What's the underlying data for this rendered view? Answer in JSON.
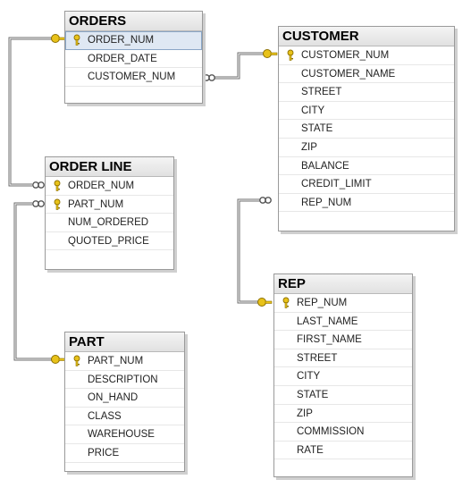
{
  "tables": {
    "orders": {
      "title": "ORDERS",
      "columns": [
        {
          "name": "ORDER_NUM",
          "key": true,
          "selected": true
        },
        {
          "name": "ORDER_DATE",
          "key": false
        },
        {
          "name": "CUSTOMER_NUM",
          "key": false
        }
      ]
    },
    "customer": {
      "title": "CUSTOMER",
      "columns": [
        {
          "name": "CUSTOMER_NUM",
          "key": true
        },
        {
          "name": "CUSTOMER_NAME",
          "key": false
        },
        {
          "name": "STREET",
          "key": false
        },
        {
          "name": "CITY",
          "key": false
        },
        {
          "name": "STATE",
          "key": false
        },
        {
          "name": "ZIP",
          "key": false
        },
        {
          "name": "BALANCE",
          "key": false
        },
        {
          "name": "CREDIT_LIMIT",
          "key": false
        },
        {
          "name": "REP_NUM",
          "key": false
        }
      ]
    },
    "order_line": {
      "title": "ORDER LINE",
      "columns": [
        {
          "name": "ORDER_NUM",
          "key": true
        },
        {
          "name": "PART_NUM",
          "key": true
        },
        {
          "name": "NUM_ORDERED",
          "key": false
        },
        {
          "name": "QUOTED_PRICE",
          "key": false
        }
      ]
    },
    "part": {
      "title": "PART",
      "columns": [
        {
          "name": "PART_NUM",
          "key": true
        },
        {
          "name": "DESCRIPTION",
          "key": false
        },
        {
          "name": "ON_HAND",
          "key": false
        },
        {
          "name": "CLASS",
          "key": false
        },
        {
          "name": "WAREHOUSE",
          "key": false
        },
        {
          "name": "PRICE",
          "key": false
        }
      ]
    },
    "rep": {
      "title": "REP",
      "columns": [
        {
          "name": "REP_NUM",
          "key": true
        },
        {
          "name": "LAST_NAME",
          "key": false
        },
        {
          "name": "FIRST_NAME",
          "key": false
        },
        {
          "name": "STREET",
          "key": false
        },
        {
          "name": "CITY",
          "key": false
        },
        {
          "name": "STATE",
          "key": false
        },
        {
          "name": "ZIP",
          "key": false
        },
        {
          "name": "COMMISSION",
          "key": false
        },
        {
          "name": "RATE",
          "key": false
        }
      ]
    }
  },
  "relationships": [
    {
      "from": "order_line.ORDER_NUM",
      "to": "orders.ORDER_NUM",
      "many_end": "order_line",
      "one_end": "orders"
    },
    {
      "from": "orders.CUSTOMER_NUM",
      "to": "customer.CUSTOMER_NUM",
      "many_end": "orders",
      "one_end": "customer"
    },
    {
      "from": "order_line.PART_NUM",
      "to": "part.PART_NUM",
      "many_end": "order_line",
      "one_end": "part"
    },
    {
      "from": "customer.REP_NUM",
      "to": "rep.REP_NUM",
      "many_end": "customer",
      "one_end": "rep"
    }
  ],
  "colors": {
    "key": "#e8c21a",
    "line": "#6e6e6e",
    "border": "#9a9a9a"
  }
}
